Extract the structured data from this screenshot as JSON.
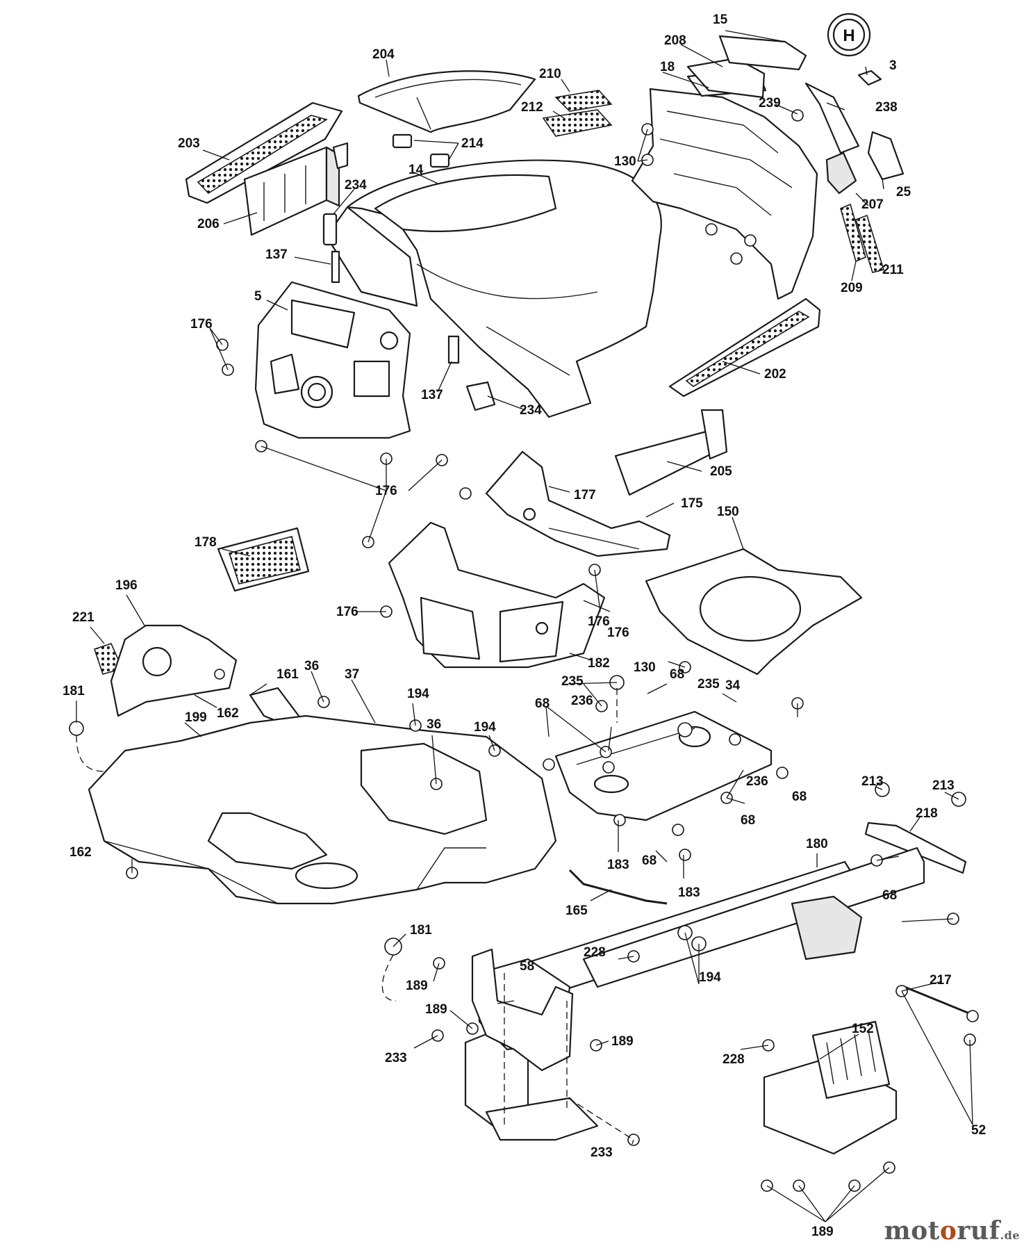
{
  "diagram": {
    "part_numbers": [
      "15",
      "208",
      "204",
      "18",
      "210",
      "212",
      "239",
      "203",
      "214",
      "130",
      "14",
      "206",
      "234",
      "137",
      "5",
      "176",
      "176",
      "202",
      "137",
      "234",
      "205",
      "176",
      "177",
      "175",
      "150",
      "178",
      "196",
      "221",
      "176",
      "176",
      "182",
      "130",
      "36",
      "37",
      "68",
      "235",
      "235",
      "34",
      "161",
      "181",
      "162",
      "199",
      "194",
      "36",
      "194",
      "236",
      "68",
      "236",
      "68",
      "213",
      "213",
      "218",
      "183",
      "68",
      "183",
      "162",
      "180",
      "165",
      "68",
      "68",
      "181",
      "228",
      "194",
      "58",
      "189",
      "189",
      "217",
      "152",
      "189",
      "233",
      "228",
      "233",
      "52",
      "189",
      "3",
      "238",
      "25",
      "207",
      "209",
      "211"
    ],
    "brand_emblem_letter": "H"
  },
  "watermark": {
    "brand_prefix": "mot",
    "brand_o": "o",
    "brand_suffix": "ruf",
    "domain": ".de"
  }
}
